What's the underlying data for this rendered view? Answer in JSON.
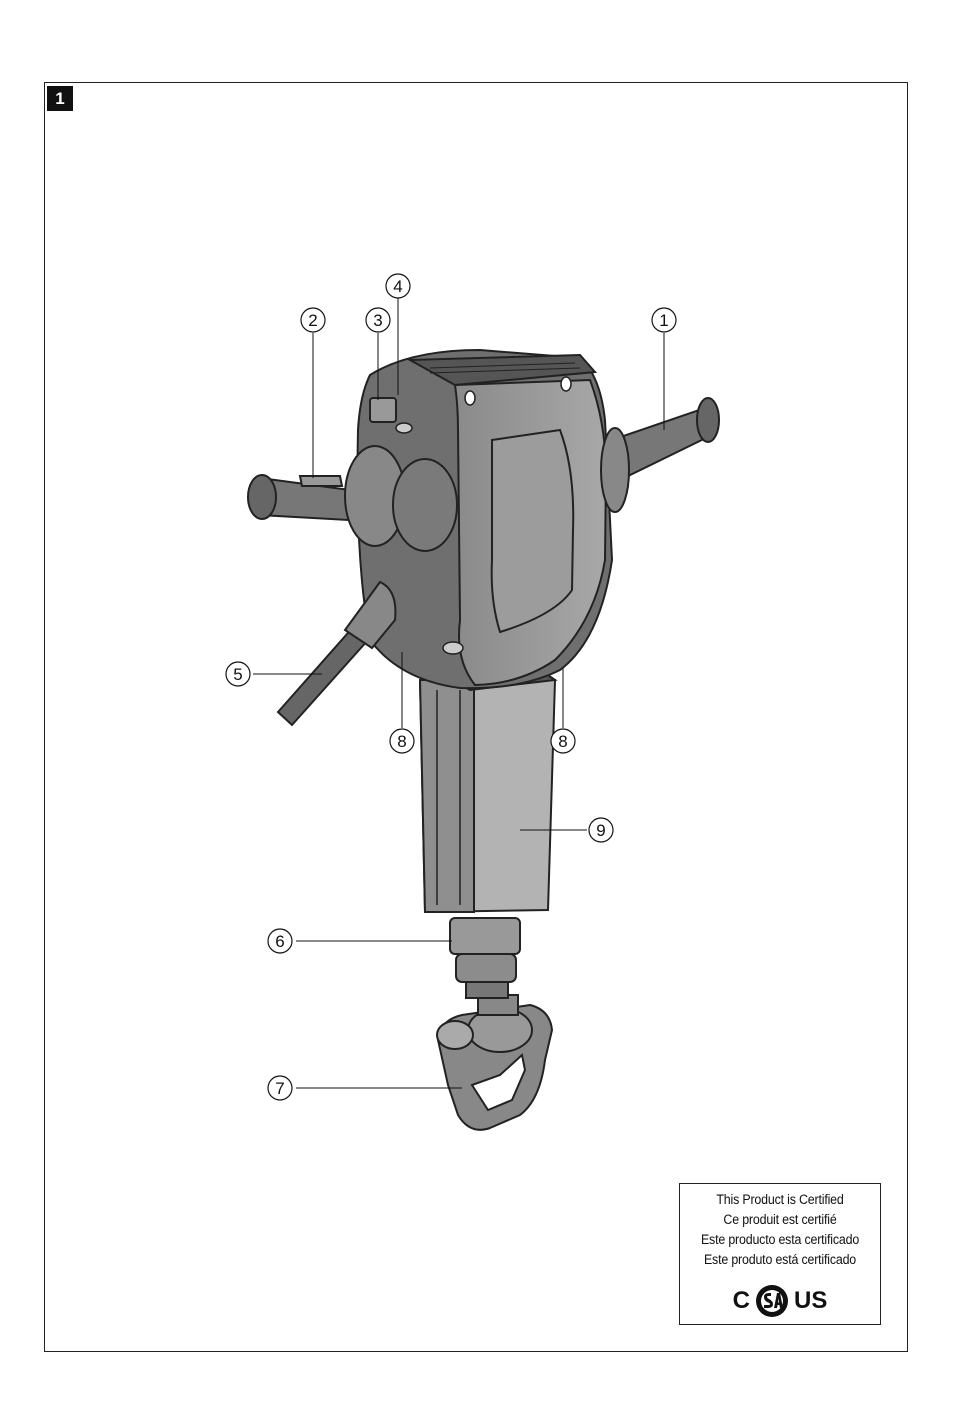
{
  "figure": {
    "number": "1"
  },
  "callouts": [
    "1",
    "2",
    "3",
    "4",
    "5",
    "6",
    "7",
    "8",
    "8",
    "9"
  ],
  "certification": {
    "lines": [
      "This Product is Certified",
      "Ce produit est certifié",
      "Este producto esta certificado",
      "Este produto está certificado"
    ],
    "mark_left": "C",
    "mark_right": "US"
  }
}
